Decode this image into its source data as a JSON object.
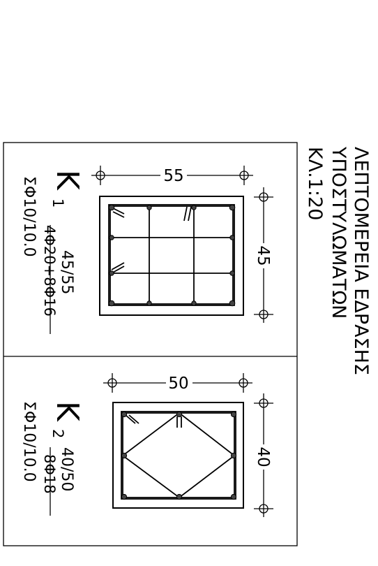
{
  "title": {
    "line1": "ΛΕΠΤΟΜΕΡΕΙΑ ΕΔΡΑΣΗΣ",
    "line2": "ΥΠΟΣΤΥΛΩΜΑΤΩΝ",
    "scale": "ΚΛ.1:20"
  },
  "columns": [
    {
      "id": "K1",
      "letter": "K",
      "index": "1",
      "section": "45/55",
      "main_bars": "4Φ20+8Φ16",
      "stirrups": "ΣΦ10/10.0",
      "dim_long": "55",
      "dim_short": "45"
    },
    {
      "id": "K2",
      "letter": "K",
      "index": "2",
      "section": "40/50",
      "main_bars": "8Φ18",
      "stirrups": "ΣΦ10/10.0",
      "dim_long": "50",
      "dim_short": "40"
    }
  ],
  "colors": {
    "line": "#000000",
    "background": "#ffffff"
  }
}
